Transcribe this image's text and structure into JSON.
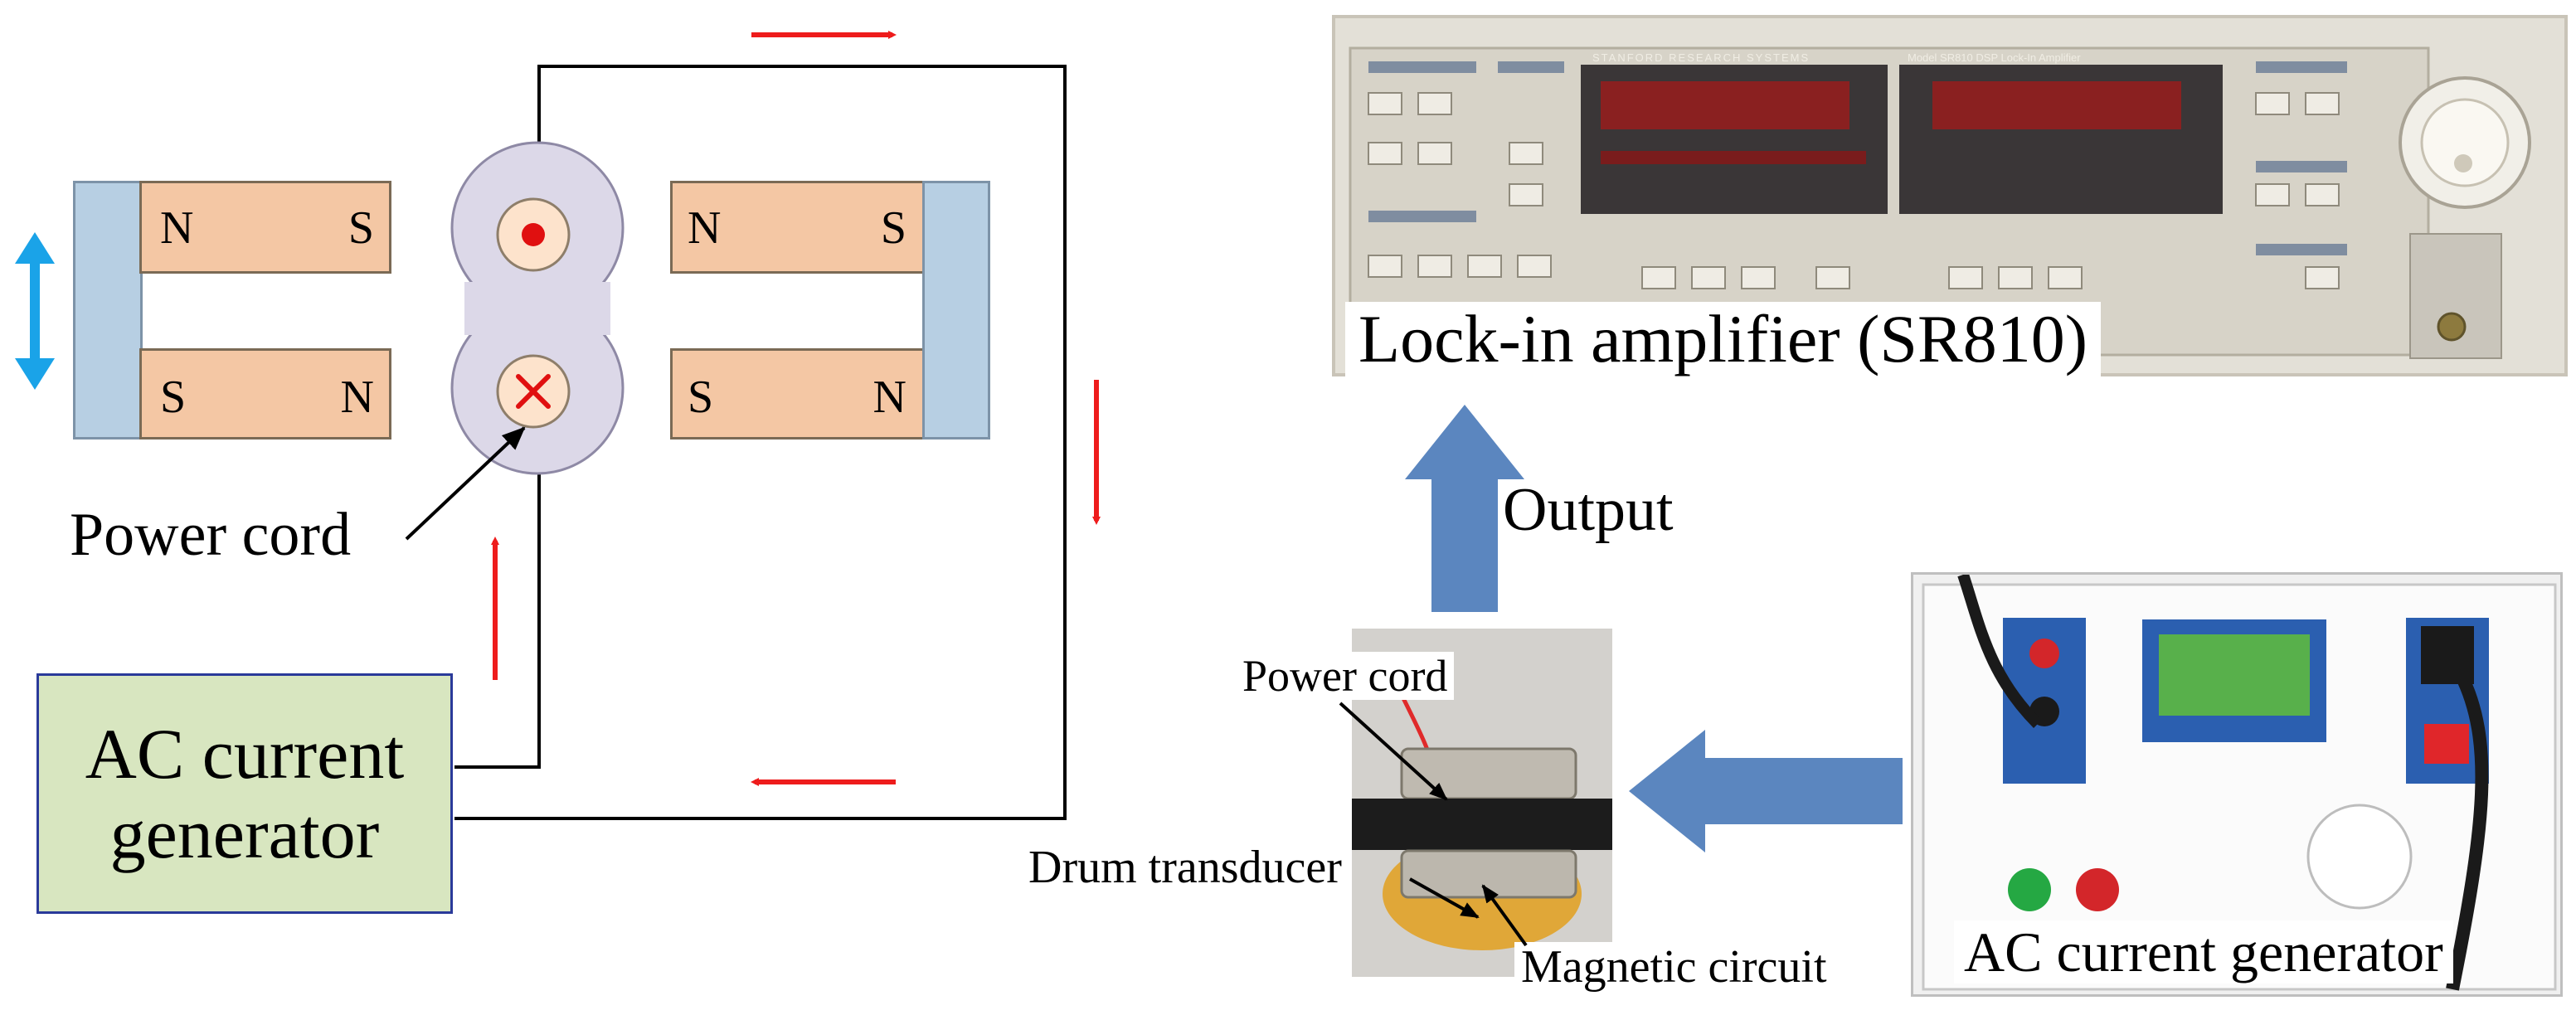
{
  "left_diagram": {
    "generator_label": "AC current\ngenerator",
    "power_cord_label": "Power cord",
    "left_magnets": {
      "top": [
        "N",
        "S"
      ],
      "bottom": [
        "S",
        "N"
      ]
    },
    "right_magnets": {
      "top": [
        "N",
        "S"
      ],
      "bottom": [
        "S",
        "N"
      ]
    }
  },
  "right_diagram": {
    "lockin_label": "Lock-in amplifier (SR810)",
    "output_label": "Output",
    "power_cord_label": "Power cord",
    "drum_transducer_label": "Drum transducer",
    "magnetic_circuit_label": "Magnetic circuit",
    "ac_generator_label": "AC current generator",
    "lockin_panel": {
      "brand": "STANFORD RESEARCH SYSTEMS",
      "model": "Model SR810 DSP Lock-In Amplifier"
    }
  },
  "colors": {
    "current_arrow": "#ee1c1c",
    "motion_arrow": "#1aa3e8",
    "flow_arrow": "#5b86bf",
    "magnet_fill": "#f4c7a4",
    "yoke_fill": "#b7cfe3",
    "generator_fill": "#d8e6c0",
    "generator_border": "#2a3a9a",
    "cord_fill": "#dcd8e8"
  },
  "icons": [
    "dot-out-of-page-icon",
    "cross-into-page-icon",
    "double-arrow-icon"
  ]
}
